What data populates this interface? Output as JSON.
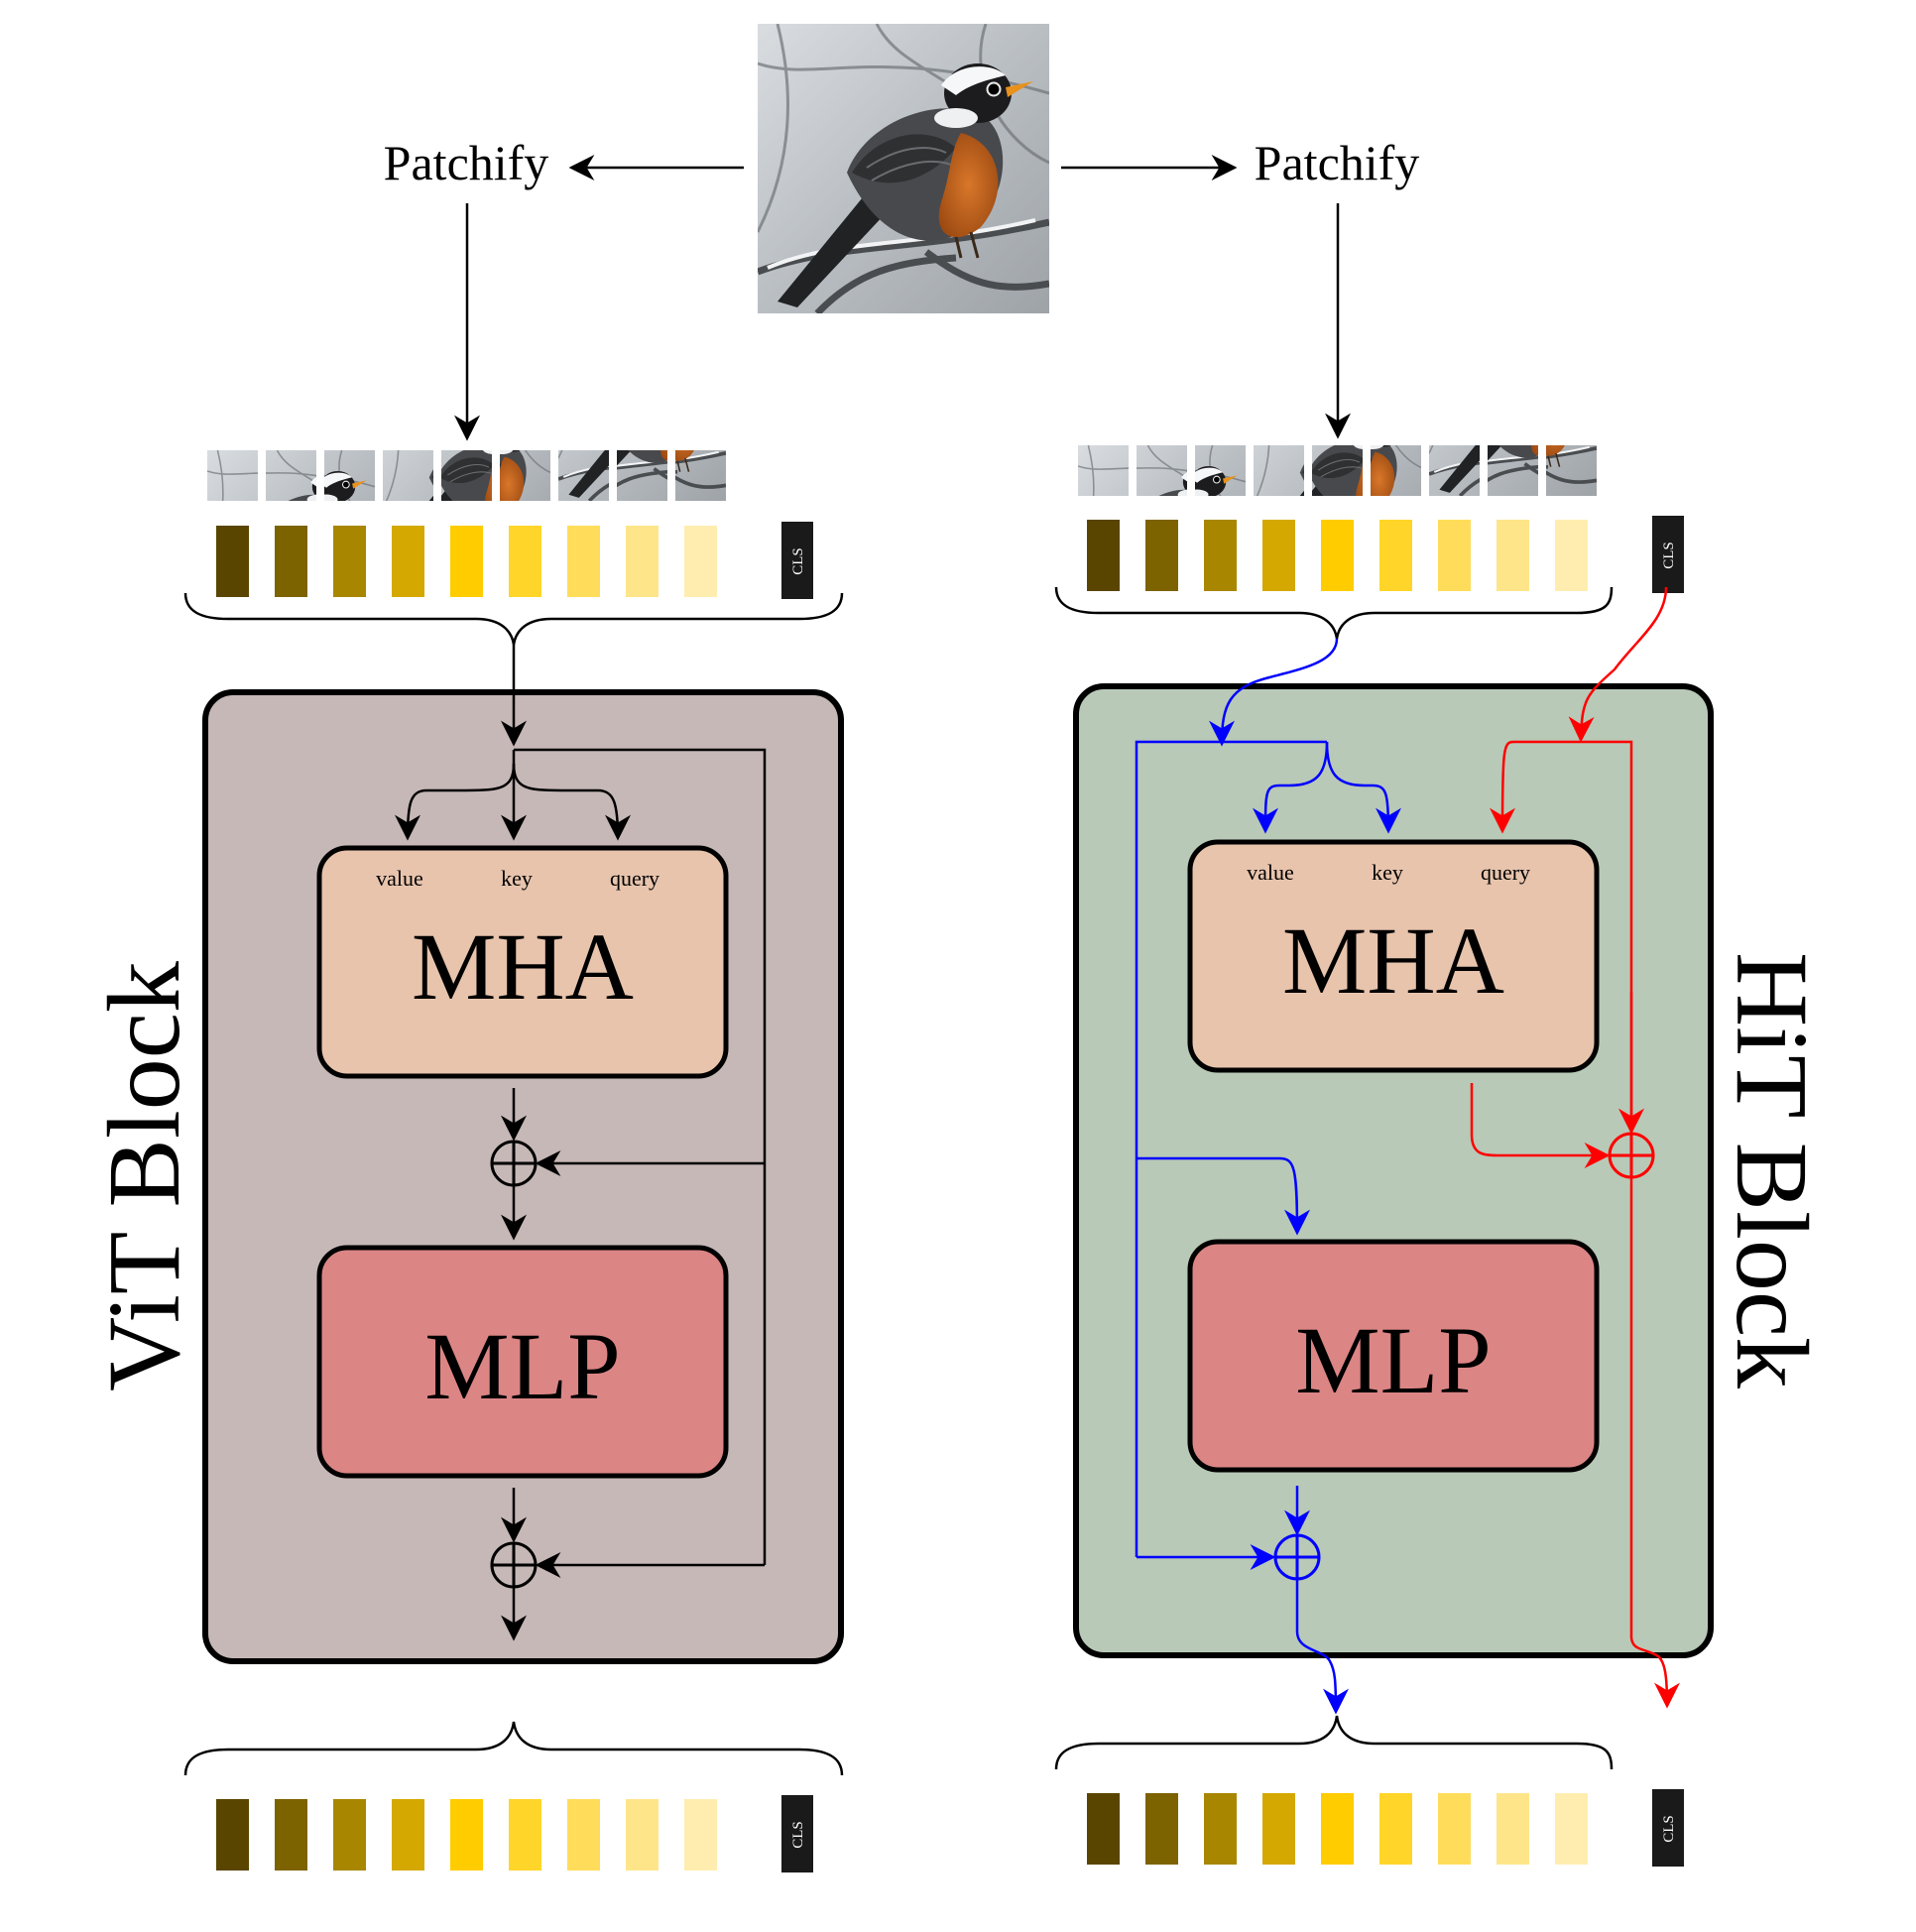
{
  "labels": {
    "patchify_left": "Patchify",
    "patchify_right": "Patchify",
    "vit_block": "ViT Block",
    "hit_block": "HiT Block",
    "value": "value",
    "key": "key",
    "query": "query",
    "mha": "MHA",
    "mlp": "MLP",
    "cls": "CLS"
  },
  "colors": {
    "vit_block_bg": "#c6b8b7",
    "hit_block_bg": "#b8c9b7",
    "mha_bg": "#e8c4ad",
    "mlp_bg": "#dc8585",
    "cls_bg": "#1a1a1a",
    "hit_patch_flow": "#0000ff",
    "hit_cls_flow": "#ff0000",
    "token_colors": [
      "#5a4500",
      "#7d6200",
      "#a88600",
      "#d4a800",
      "#ffcc00",
      "#ffd52a",
      "#ffdd5a",
      "#ffe58a",
      "#ffedb0"
    ]
  },
  "icons": {
    "input_image": "bird-photo",
    "patches": "bird-image-patch"
  },
  "patch_count": 9
}
